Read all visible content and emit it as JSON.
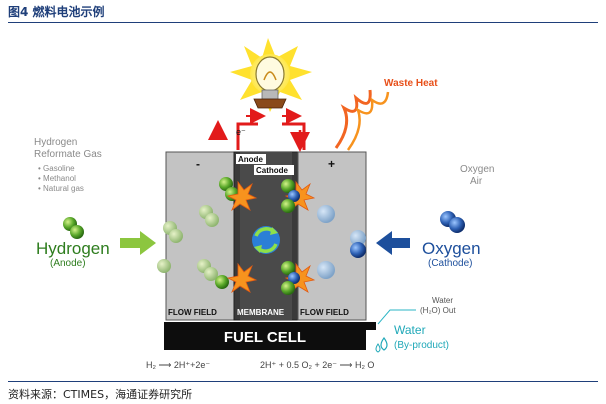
{
  "caption": "图4   燃料电池示例",
  "source": "资料来源：CTIMES，海通证券研究所",
  "diagram": {
    "waste_heat": "Waste Heat",
    "electron": "e⁻",
    "minus_sign": "-",
    "plus_sign": "+",
    "anode_tag": "Anode",
    "cathode_tag": "Cathode",
    "hydrogen_reformate": "Hydrogen\nReformate Gas",
    "gas_list": [
      "• Gasoline",
      "• Methanol",
      "• Natural gas"
    ],
    "hydrogen": "Hydrogen",
    "hydrogen_sub": "(Anode)",
    "oxygen_air": "Oxygen\nAir",
    "oxygen": "Oxygen",
    "oxygen_sub": "(Cathode)",
    "flow_field_left": "FLOW FIELD",
    "membrane": "MEMBRANE",
    "flow_field_right": "FLOW FIELD",
    "fuel_cell": "FUEL CELL",
    "water_out": "Water\n(H₂O) Out",
    "water": "Water",
    "water_sub": "(By-product)",
    "anode_equation": "H₂ ⟶ 2H⁺+2e⁻",
    "cathode_equation": "2H⁺ + 0.5 O₂ + 2e⁻ ⟶ H₂ O",
    "colors": {
      "hydrogen_green": "#2e7d1e",
      "oxygen_blue": "#1d4f9c",
      "water_teal": "#1fa8b8",
      "wire_red": "#e21b1b",
      "heat_orange": "#f26522"
    }
  }
}
